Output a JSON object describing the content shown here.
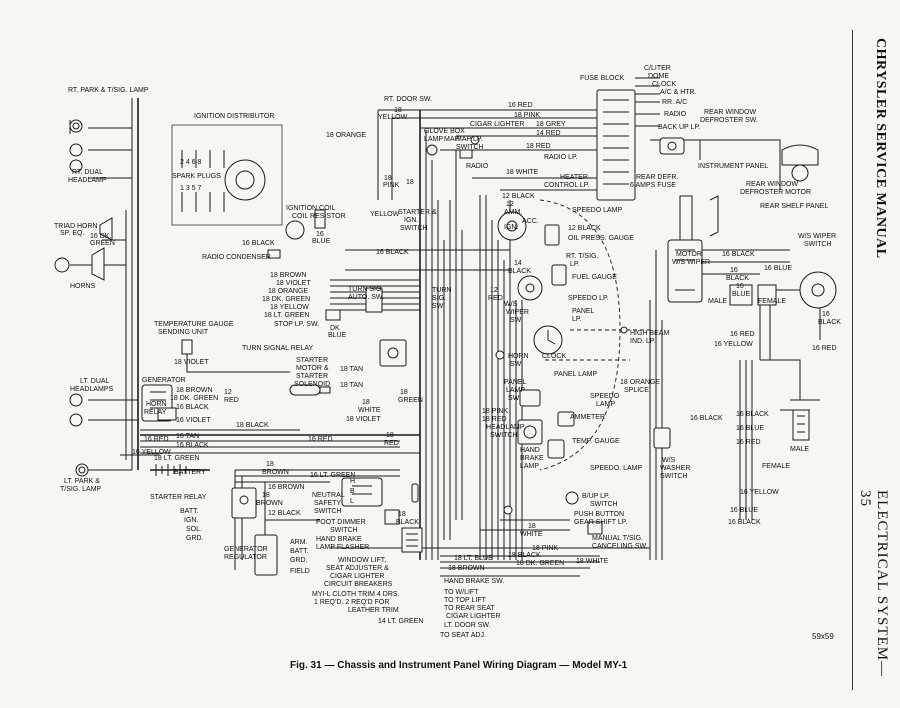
{
  "page": {
    "side_title": "CHRYSLER SERVICE MANUAL",
    "section": "ELECTRICAL SYSTEM—35",
    "caption": "Fig. 31 — Chassis and Instrument Panel Wiring Diagram — Model MY-1",
    "figure_code": "59x59"
  },
  "labels": {
    "rt_park": "RT. PARK & T/SIG. LAMP",
    "rt_dual": "RT. DUAL",
    "headlamp": "HEADLAMP",
    "triad_horn": "TRIAD HORN",
    "sp_eq": "SP. EQ.",
    "dk_green_16": "16 DK.",
    "green": "GREEN",
    "horns": "HORNS",
    "temp_gauge": "TEMPERATURE GAUGE",
    "sending_unit": "SENDING UNIT",
    "violet_18": "18 VIOLET",
    "lt_dual": "LT. DUAL",
    "headlamps": "HEADLAMPS",
    "lt_park": "LT. PARK &",
    "tsig_lamp": "T/SIG. LAMP",
    "generator": "GENERATOR",
    "horn_relay": "HORN",
    "relay": "RELAY",
    "battery": "BATTERY",
    "starter_relay": "STARTER RELAY",
    "batt": "BATT.",
    "ign": "IGN.",
    "sol": "SOL.",
    "grd": "GRD.",
    "gen_reg1": "GENERATOR",
    "gen_reg2": "REGULATOR",
    "arm": "ARM.",
    "batt2": "BATT.",
    "grd2": "GRD.",
    "field": "FIELD",
    "ign_dist": "IGNITION DISTRIBUTOR",
    "spark_plugs": "SPARK PLUGS",
    "firing_top": "2  4  6  8",
    "firing_bottom": "1  3  5  7",
    "ign_coil": "IGNITION COIL",
    "coil_resistor": "COIL RESISTOR",
    "blue_16": "16",
    "blue": "BLUE",
    "black_16": "16 BLACK",
    "radio_condenser": "RADIO CONDENSER",
    "w18_brown": "18 BROWN",
    "w18_violet": "18 VIOLET",
    "w18_orange": "18 ORANGE",
    "w18_dkgreen": "18 DK. GREEN",
    "w18_yellow": "18 YELLOW",
    "w18_ltgreen": "18 LT. GREEN",
    "stop_lp_sw": "STOP LP. SW.",
    "dk_blue": "DK",
    "dk_blue2": "BLUE",
    "turn_sig_relay": "TURN SIGNAL RELAY",
    "starter_motor1": "STARTER",
    "starter_motor2": "MOTOR &",
    "starter_motor3": "STARTER",
    "starter_motor4": "SOLENOID",
    "rt_door_sw": "RT. DOOR SW.",
    "w18_yellow_top": "18",
    "yellow": "YELLOW",
    "w18_orange_mid": "18 ORANGE",
    "glove_box1": "GLOVE BOX",
    "glove_box2": "LAMP",
    "map_lamp1": "MAP",
    "map_lamp2": "LAMP",
    "map_sw1": "MAP LP.",
    "map_sw2": "SWITCH",
    "w18_pink": "18",
    "pink": "PINK",
    "w18_yellow_sw": "18",
    "yellow2": "YELLOW",
    "starter_ign1": "STARTER &",
    "starter_ign2": "IGN.",
    "starter_ign3": "SWITCH",
    "w16_red_top": "16 RED",
    "w18_pink_top": "18 PINK",
    "cigar_lighter": "CIGAR LIGHTER",
    "w18_grey": "18 GREY",
    "w14_red": "14 RED",
    "w18_red": "18 RED",
    "radio_lp": "RADIO LP.",
    "radio": "RADIO",
    "w18_white": "18 WHITE",
    "heater_control": "HEATER",
    "control_lp": "CONTROL LP.",
    "w12_black": "12 BLACK",
    "speedo_lamp": "SPEEDO LAMP",
    "amm": "12",
    "amm_sw": "AMM.",
    "acc": "ACC.",
    "ign2": "IGN.",
    "w12_black2": "12 BLACK",
    "oil_press": "OIL PRESS. GAUGE",
    "w16_black_mid": "16 BLACK",
    "turn_sig_auto1": "TURN SIG.",
    "turn_sig_auto2": "AUTO. SW.",
    "w14_black": "14",
    "black": "BLACK",
    "rt_tsig1": "RT. T/SIG.",
    "rt_tsig2": "LP.",
    "fuel_gauge": "FUEL GAUGE",
    "turn_sig_sw1": "TURN",
    "turn_sig_sw2": "SIG.",
    "turn_sig_sw3": "SW.",
    "w12_red": "12",
    "red": "RED",
    "ws_wiper1": "W/S",
    "ws_wiper2": "WIPER",
    "ws_wiper3": "SW.",
    "speedo_lp": "SPEEDO LP.",
    "panel_lp1": "PANEL",
    "panel_lp2": "LP.",
    "clock": "CLOCK",
    "high_beam1": "HIGH BEAM",
    "high_beam2": "IND. LP.",
    "horn_sw1": "HORN",
    "horn_sw2": "SW.",
    "panel_lamp": "PANEL LAMP",
    "w18_orange_splice": "18 ORANGE",
    "splice": "SPLICE",
    "panel_lamp_sw1": "PANEL",
    "panel_lamp_sw2": "LAMP",
    "panel_lamp_sw3": "SW.",
    "speedo_lamp2": "SPEEDO",
    "lamp": "LAMP",
    "w18_pink2": "18 PINK",
    "ammeter": "AMMETER",
    "w18_red2": "18 RED",
    "headlamp_sw1": "HEADLAMP",
    "headlamp_sw2": "SWITCH",
    "temp_gauge2": "TEMP. GAUGE",
    "hand_brake1": "HAND",
    "hand_brake2": "BRAKE",
    "hand_brake3": "LAMP",
    "speedo_lamp3": "SPEEDO. LAMP",
    "w18_tan": "18 TAN",
    "w18_tan2": "18 TAN",
    "w18_white2": "18",
    "white": "WHITE",
    "w18_green": "18",
    "green2": "GREEN",
    "w18_violet2": "18 VIOLET",
    "w18_black": "18 BLACK",
    "w18_brown_gen": "18 BROWN",
    "w18_dkgreen_gen": "18 DK. GREEN",
    "w12_red_gen": "12",
    "red_gen": "RED",
    "w16_black_b": "16 BLACK",
    "w16_violet": "16 VIOLET",
    "w16_tan": "16 TAN",
    "w16_black_c": "16 BLACK",
    "w16_red": "16 RED",
    "w16_yellow": "16 YELLOW",
    "w18_ltgreen2": "18 LT. GREEN",
    "w16_red_main": "16 RED",
    "w18_red3": "18",
    "red3": "RED",
    "w18_brown3": "18",
    "brown3": "BROWN",
    "w16_brown": "16 BROWN",
    "w18_brown4": "18",
    "brown4": "BROWN",
    "w12_black3": "12 BLACK",
    "w16_ltgreen": "16 LT. GREEN",
    "neutral1": "NEUTRAL",
    "neutral2": "SAFETY",
    "neutral3": "SWITCH",
    "foot_dimmer1": "FOOT DIMMER",
    "foot_dimmer2": "SWITCH",
    "hand_brake_fl1": "HAND BRAKE",
    "hand_brake_fl2": "LAMP FLASHER",
    "window_lift1": "WINDOW LIFT,",
    "window_lift2": "SEAT ADJUSTER &",
    "window_lift3": "CIGAR LIGHTER",
    "window_lift4": "CIRCUIT BREAKERS",
    "myl1": "MYI-L CLOTH TRIM 4 DRS.",
    "myl2": "1 REQ'D. 2 REQ'D FOR",
    "myl3": "LEATHER TRIM",
    "w14_ltgreen": "14 LT. GREEN",
    "to_wlift": "TO W/LIFT",
    "to_toplift": "TO TOP LIFT",
    "to_rear_seat1": "TO REAR SEAT",
    "to_rear_seat2": "CIGAR LIGHTER",
    "lt_door_sw": "LT. DOOR SW.",
    "to_seat_adj": "TO SEAT ADJ.",
    "hand_brake_sw": "HAND BRAKE SW.",
    "w18_ltblue": "18 LT. BLUE",
    "w18_black2": "18 BLACK",
    "w18_dkgreen2": "18 DK. GREEN",
    "w18_white3": "18 WHITE",
    "w18_brown5": "18 BROWN",
    "w18_pink3": "18 PINK",
    "w18_white4": "18",
    "white4": "WHITE",
    "manual_tsig1": "MANUAL T/SIG.",
    "manual_tsig2": "CANCELING SW.",
    "bup1": "B/UP LP.",
    "bup2": "SWITCH",
    "push_button1": "PUSH BUTTON",
    "push_button2": "GEAR SHIFT LP.",
    "w18_black3": "18",
    "black3": "BLACK",
    "h_letter": "H",
    "b_letter": "B",
    "l_letter": "L",
    "fuse_block": "FUSE BLOCK",
    "c_liter": "C/LITER",
    "dome": "DOME",
    "fb_clock": "CLOCK",
    "ac_htr": "A/C & HTR.",
    "rr_ac": "RR. A/C",
    "fb_radio": "RADIO",
    "back_up": "BACK UP LP.",
    "rear_defr1": "REAR DEFR.",
    "rear_defr2": "6 AMPS FUSE",
    "rear_window1": "REAR WINDOW",
    "rear_window2": "DEFROSTER SW.",
    "instrument_panel": "INSTRUMENT PANEL",
    "rear_window_motor1": "REAR WINDOW",
    "rear_window_motor2": "DEFROSTER MOTOR",
    "rear_shelf": "REAR SHELF PANEL",
    "ws_wiper_sw1": "W/S WIPER",
    "ws_wiper_sw2": "SWITCH",
    "motor1": "MOTOR",
    "motor2": "W/S WIPER",
    "w16_black_ws": "16 BLACK",
    "w16_blue": "16 BLUE",
    "w16_black_ws2": "16",
    "black_ws2": "BLACK",
    "w16_blue2": "16",
    "blue2": "BLUE",
    "male": "MALE",
    "female": "FEMALE",
    "w16_black_ws3": "16",
    "black_ws3": "BLACK",
    "w16_red_ws": "16 RED",
    "w16_yellow_ws": "16 YELLOW",
    "w16_red_ws2": "16 RED",
    "w16_black_ws4": "16 BLACK",
    "male2": "MALE",
    "ws_washer1": "W/S",
    "ws_washer2": "WASHER",
    "ws_washer3": "SWITCH",
    "w16_black_wa": "16 BLACK",
    "w16_blue_wa": "16 BLUE",
    "w16_red_wa": "16 RED",
    "female2": "FEMALE",
    "w16_yellow_wa": "16 YELLOW",
    "w16_blue_wa2": "16 BLUE",
    "w16_black_wa2": "16 BLACK"
  }
}
